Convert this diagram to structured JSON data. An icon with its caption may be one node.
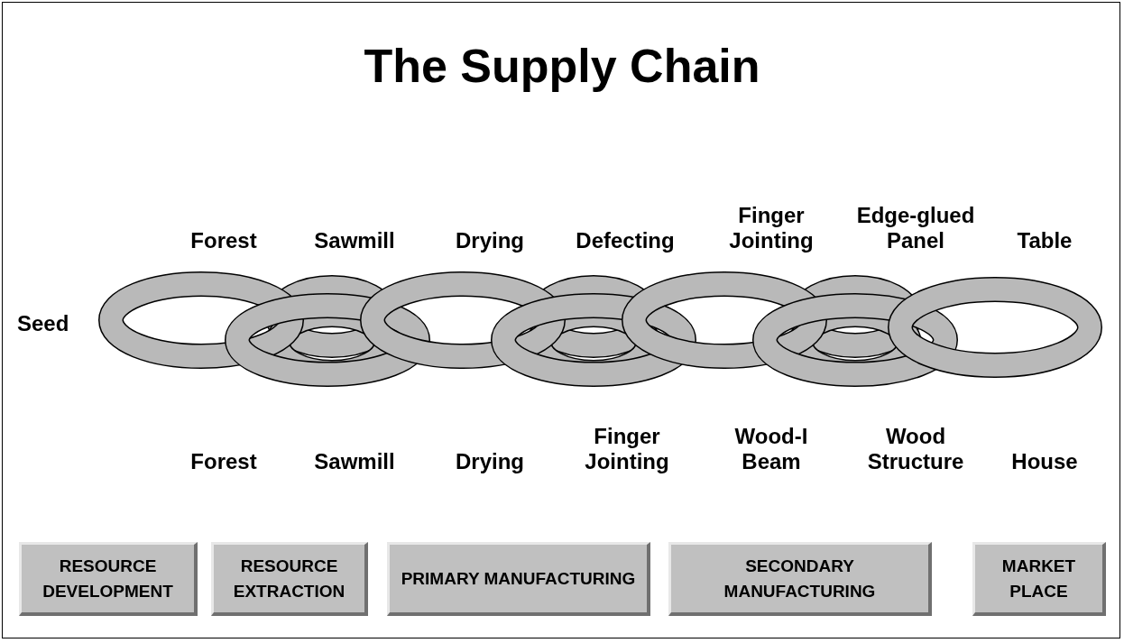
{
  "diagram": {
    "title": "The Supply Chain",
    "nodes": [
      {
        "text": [
          "RESOURCE DEVELOPMENT"
        ]
      },
      {
        "text": [
          "RESOURCE EXTRACTION"
        ]
      },
      {
        "text": [
          "PRIMARY MANUFACTURING"
        ]
      },
      {
        "text": [
          "SECONDARY MANUFACTURING"
        ]
      },
      {
        "text": [
          "MARKET PLACE"
        ]
      }
    ],
    "labels": [
      "Forest",
      "Sawmill",
      "Drying",
      "Defecting",
      "Finger Jointing",
      "Edge-glued Panel",
      "Table",
      "Seed",
      "Forest",
      "Sawmill",
      "Drying",
      "Finger Jointing",
      "Wood-I Beam",
      "Wood Structure",
      "House"
    ]
  }
}
